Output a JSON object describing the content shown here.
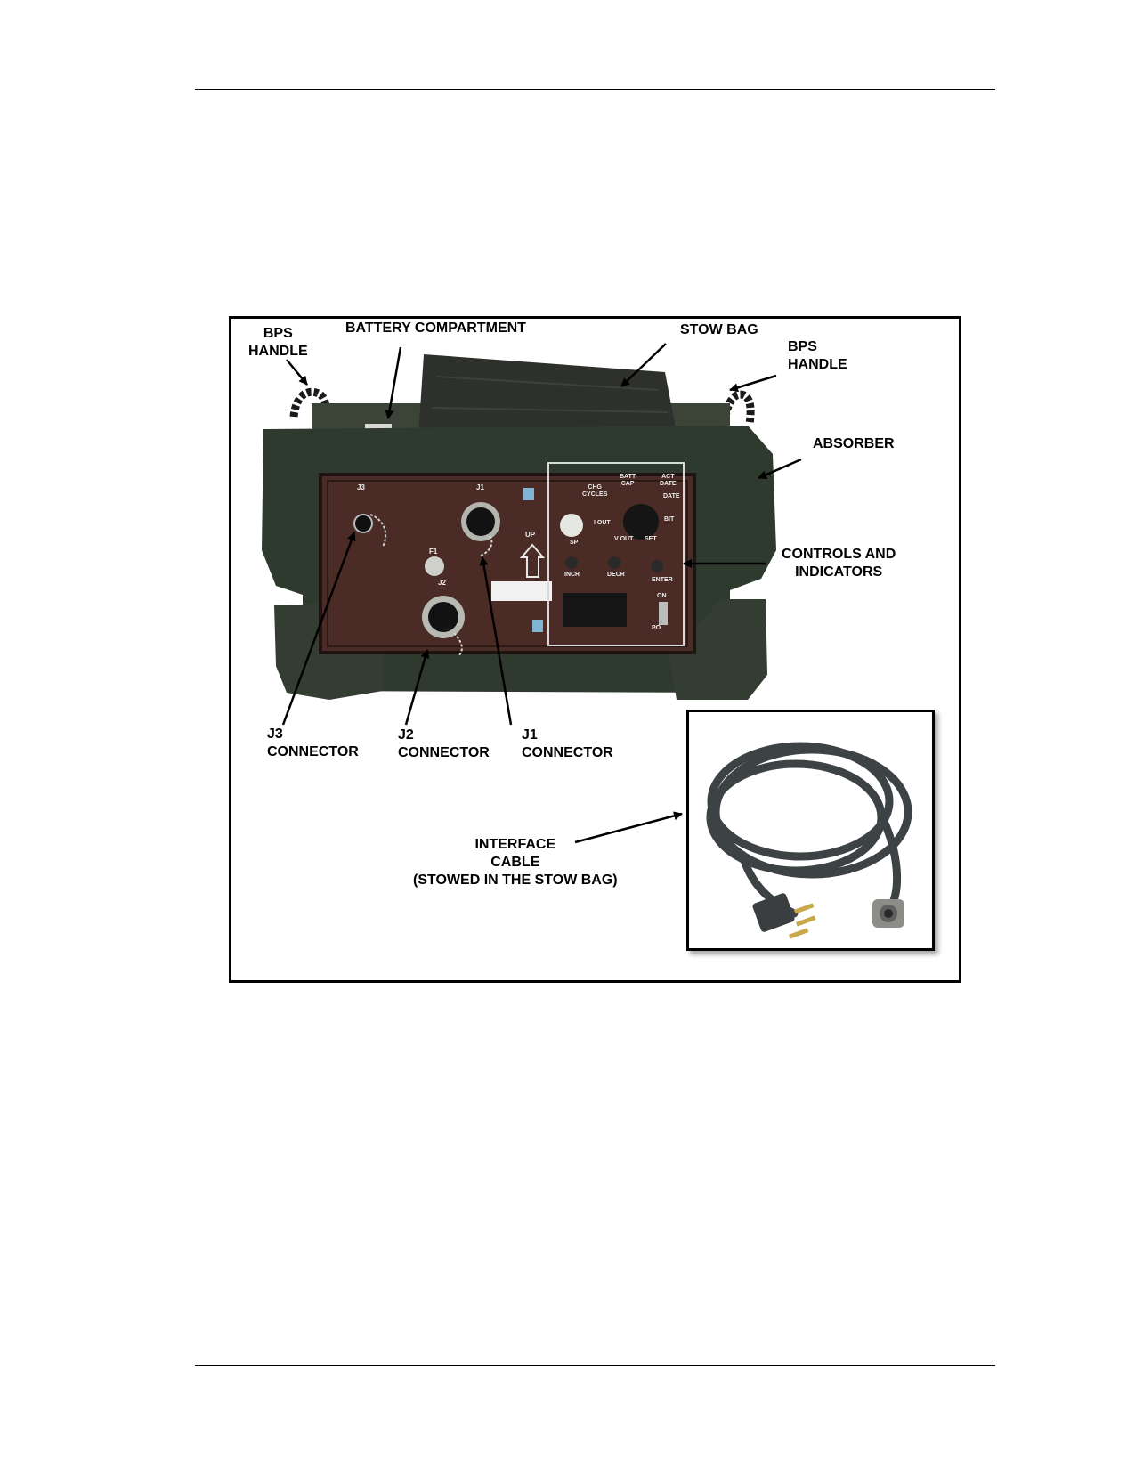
{
  "figure": {
    "callouts": {
      "bps_handle_left": "BPS\nHANDLE",
      "battery_compartment": "BATTERY COMPARTMENT",
      "stow_bag": "STOW BAG",
      "bps_handle_right": "BPS\nHANDLE",
      "absorber": "ABSORBER",
      "controls_and_indicators": "CONTROLS AND\nINDICATORS",
      "j3_connector": "J3\nCONNECTOR",
      "j2_connector": "J2\nCONNECTOR",
      "j1_connector": "J1\nCONNECTOR",
      "interface_cable": "INTERFACE\nCABLE\n(STOWED IN THE STOW BAG)"
    },
    "panel_markings": {
      "j3": "J3",
      "j1": "J1",
      "f1": "F1",
      "j2": "J2",
      "up": "UP",
      "chg_cycles": "CHG\nCYCLES",
      "batt_cap": "BATT\nCAP",
      "act_date": "ACT\nDATE",
      "date": "DATE",
      "bit": "BIT",
      "sp": "SP",
      "i_out": "I OUT",
      "v_out": "V OUT",
      "set": "SET",
      "incr": "INCR",
      "decr": "DECR",
      "enter": "ENTER",
      "on": "ON",
      "po": "PO"
    },
    "colors": {
      "absorber": "#2f3a2e",
      "panel": "#4a2b26",
      "cable": "#3d4245"
    }
  }
}
